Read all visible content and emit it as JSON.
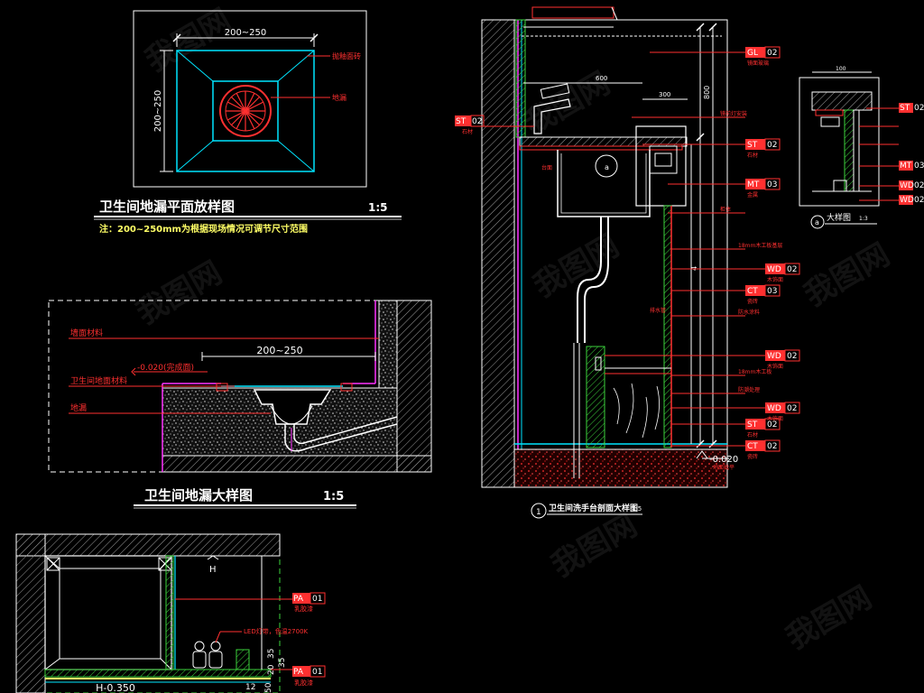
{
  "colors": {
    "background": "#000000",
    "outline": "#ffffff",
    "cyan": "#00e5ff",
    "red": "#ff3030",
    "yellow": "#ffff66",
    "green": "#3cd23c",
    "magenta": "#ff33ff"
  },
  "plan": {
    "title": "卫生间地漏平面放样图",
    "scale": "1:5",
    "note": "注：200~250mm为根据现场情况可调节尺寸范围",
    "dim_top": "200~250",
    "dim_side": "200~250",
    "callout_1": "抛釉面砖",
    "callout_2": "地漏"
  },
  "section": {
    "title": "卫生间地漏大样图",
    "scale": "1:5",
    "dim": "200~250",
    "level": "-0.020(完成面)",
    "callout_1": "墙面材料",
    "callout_2": "卫生间地面材料",
    "callout_3": "地漏"
  },
  "vanity": {
    "title": "卫生间洗手台剖面大样图",
    "scale": "1:5",
    "circle_label": "1",
    "detail_marker": "a",
    "level": "-0.020",
    "dims": [
      "600",
      "300",
      "800",
      "4"
    ],
    "tags": [
      {
        "code": "GL",
        "num": "02",
        "sub": "镜面玻璃"
      },
      {
        "code": "ST",
        "num": "02",
        "sub": "石材"
      },
      {
        "code": "MT",
        "num": "03",
        "sub": "金属"
      },
      {
        "code": "WD",
        "num": "02",
        "sub": "木饰面"
      },
      {
        "code": "CT",
        "num": "03",
        "sub": "瓷砖"
      },
      {
        "code": "WD",
        "num": "02",
        "sub": "木饰面"
      },
      {
        "code": "WD",
        "num": "02",
        "sub": "木饰面"
      },
      {
        "code": "ST",
        "num": "02",
        "sub": "石材"
      },
      {
        "code": "CT",
        "num": "02",
        "sub": "瓷砖"
      }
    ],
    "left_tag": {
      "code": "ST",
      "num": "02",
      "sub": "石材"
    },
    "notes": [
      "镜前灯安装",
      "台面",
      "柜体",
      "18mm木工板基层",
      "防水涂料",
      "排水管",
      "18mm木工板",
      "防潮处理",
      "地面找平"
    ]
  },
  "detail_a": {
    "title": "大样图",
    "scale": "1:3",
    "marker": "a",
    "dim": "100",
    "tags": [
      {
        "code": "ST",
        "num": "02"
      },
      {
        "code": "MT",
        "num": "03"
      },
      {
        "code": "WD",
        "num": "02"
      },
      {
        "code": "WD",
        "num": "02"
      }
    ]
  },
  "wall": {
    "dim_h": "H",
    "level": "H-0.350",
    "dims_right": [
      "20",
      "35",
      "35"
    ],
    "dim_bottom": [
      "12",
      "50"
    ],
    "tags": [
      {
        "code": "PA",
        "num": "01",
        "sub": "乳胶漆"
      },
      {
        "code": "PA",
        "num": "01",
        "sub": "乳胶漆"
      }
    ],
    "note": "LED灯带，色温2700K"
  },
  "watermark": "我图网"
}
